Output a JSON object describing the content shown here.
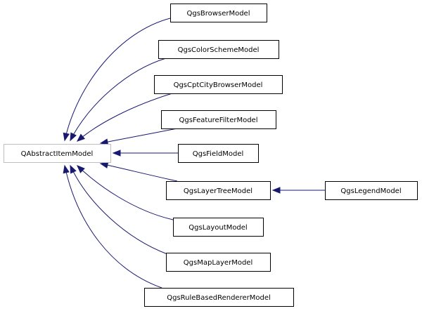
{
  "diagram": {
    "type": "class-inheritance-graph",
    "base_class": "QAbstractItemModel",
    "nodes": [
      {
        "id": "QAbstractItemModel",
        "label": "QAbstractItemModel",
        "style": "base"
      },
      {
        "id": "QgsBrowserModel",
        "label": "QgsBrowserModel"
      },
      {
        "id": "QgsColorSchemeModel",
        "label": "QgsColorSchemeModel"
      },
      {
        "id": "QgsCptCityBrowserModel",
        "label": "QgsCptCityBrowserModel"
      },
      {
        "id": "QgsFeatureFilterModel",
        "label": "QgsFeatureFilterModel"
      },
      {
        "id": "QgsFieldModel",
        "label": "QgsFieldModel"
      },
      {
        "id": "QgsLayerTreeModel",
        "label": "QgsLayerTreeModel"
      },
      {
        "id": "QgsLegendModel",
        "label": "QgsLegendModel"
      },
      {
        "id": "QgsLayoutModel",
        "label": "QgsLayoutModel"
      },
      {
        "id": "QgsMapLayerModel",
        "label": "QgsMapLayerModel"
      },
      {
        "id": "QgsRuleBasedRendererModel",
        "label": "QgsRuleBasedRendererModel"
      }
    ],
    "edges": [
      {
        "from": "QgsBrowserModel",
        "to": "QAbstractItemModel"
      },
      {
        "from": "QgsColorSchemeModel",
        "to": "QAbstractItemModel"
      },
      {
        "from": "QgsCptCityBrowserModel",
        "to": "QAbstractItemModel"
      },
      {
        "from": "QgsFeatureFilterModel",
        "to": "QAbstractItemModel"
      },
      {
        "from": "QgsFieldModel",
        "to": "QAbstractItemModel"
      },
      {
        "from": "QgsLayerTreeModel",
        "to": "QAbstractItemModel"
      },
      {
        "from": "QgsLegendModel",
        "to": "QgsLayerTreeModel"
      },
      {
        "from": "QgsLayoutModel",
        "to": "QAbstractItemModel"
      },
      {
        "from": "QgsMapLayerModel",
        "to": "QAbstractItemModel"
      },
      {
        "from": "QgsRuleBasedRendererModel",
        "to": "QAbstractItemModel"
      }
    ],
    "colors": {
      "edge": "#191970",
      "node_border": "#000000",
      "base_node_border": "#bfbfbf",
      "background": "#ffffff"
    }
  }
}
